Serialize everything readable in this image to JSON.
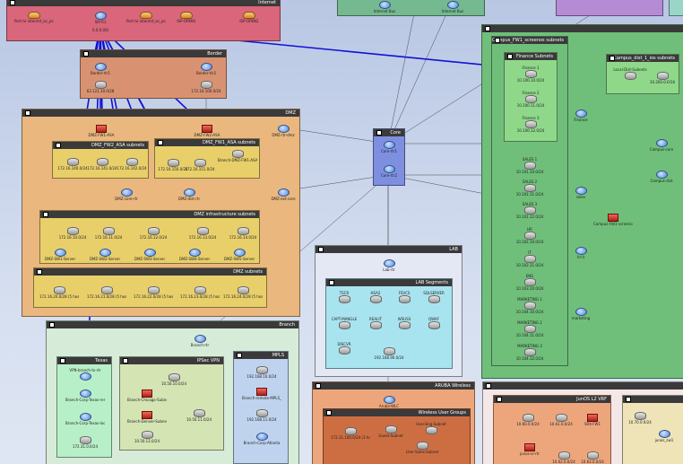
{
  "zones": {
    "internet": {
      "title": "Internet",
      "color": "#d9667a"
    },
    "border": {
      "title": "Border",
      "color": "#d89272"
    },
    "dmz": {
      "title": "DMZ",
      "color": "#eab77e"
    },
    "dmz_fw2": {
      "title": "DMZ_FW2_ASA subnets",
      "color": "#e9cf6a"
    },
    "dmz_fw1": {
      "title": "DMZ_FW1_ASA subnets",
      "color": "#e9cf6a"
    },
    "dmz_infra": {
      "title": "DMZ infrastructure subnets",
      "color": "#e9cf6a"
    },
    "dmz_subnets": {
      "title": "DMZ subnets",
      "color": "#e9cf6a"
    },
    "core": {
      "title": "Core",
      "color": "#7f8fe0"
    },
    "campus_fw1": {
      "title": "Campus_FW1_screenos subnets",
      "color": "#6fbf7a"
    },
    "finance": {
      "title": "Finance Subnets",
      "color": "#8fd88a"
    },
    "campus_dist1": {
      "title": "Campus_dist_1_ios subnets",
      "color": "#8fd88a"
    },
    "lab": {
      "title": "LAB",
      "color": "#e4e8f4"
    },
    "lab_segments": {
      "title": "LAB Segments",
      "color": "#a8e4ef"
    },
    "branch": {
      "title": "Branch",
      "color": "#d6ecd8"
    },
    "texas": {
      "title": "Texas",
      "color": "#b7f0c8"
    },
    "ipsec": {
      "title": "IPSec VPN",
      "color": "#d5e4b3"
    },
    "mpls": {
      "title": "MPLS",
      "color": "#bfd3ee"
    },
    "aruba": {
      "title": "ARUBA Wireless",
      "color": "#eda67c"
    },
    "wireless_groups": {
      "title": "Wireless User Groups",
      "color": "#cd6e42"
    },
    "junos": {
      "title": "JunOS L2 VRF",
      "color": "#eda67c"
    }
  },
  "nodes": {
    "inet_a": "Port to internet_ac_ps1.B",
    "inet_b": "ISP-R1",
    "inet_c": "Port to internet_ac_ps1.pw2",
    "inet_d": "ISP-OPEN1",
    "inet_e": "ISP-OPEN2",
    "inet_f": "Port to internet_ac_ps1.B",
    "inet_hub": "0.0.0.0/0",
    "bor_r1": "Border-rtr1",
    "bor_r2": "Border-rtr2",
    "bor_s1": "63.121.10.0/28",
    "bor_s2": "172.16.100.0/24",
    "dmz_fw1": "DMZ-FW1-ASA",
    "dmz_fw2": "DMZ-FW2-ASA",
    "dmz_rtr1": "DMZ-rtr-dmz",
    "dmz_rtr2": "DMZ-ext-core",
    "fw2_s1": "172.16.140.0/24",
    "fw2_s2": "172.16.141.0/24",
    "fw2_s3": "172.16.142.0/24",
    "fw1_s1": "172.16.150.0/24",
    "fw1_s2": "172.16.151.0/24",
    "fw1_s3": "Branch-DMZ-FW1-ASA",
    "dmz_core1": "DMZ-core-rtr",
    "dmz_core2": "DMZ-dist-rtr",
    "inf_s1": "172.16.10.0/24",
    "inf_s2": "172.16.11.0/24",
    "inf_s3": "172.16.12.0/24",
    "inf_s4": "172.16.13.0/24",
    "inf_s5": "172.16.14.0/24",
    "inf_sw1": "DMZ-SW1-Server",
    "inf_sw2": "DMZ-SW2-Server",
    "inf_sw3": "DMZ-SW3-Server",
    "inf_sw4": "DMZ-SW4-Server",
    "inf_sw5": "DMZ-SW5-Server",
    "dsub1": "172.16.20.0/28 (5 hosts)",
    "dsub2": "172.16.21.0/28 (5 hosts)",
    "dsub3": "172.16.22.0/28 (5 hosts)",
    "dsub4": "172.16.23.0/28 (5 hosts)",
    "dsub5": "172.16.24.0/28 (5 hosts)",
    "core1": "Core-rtr1",
    "core2": "Core-rtr2",
    "top_a": "Internet Bus",
    "top_b": "Internet Bus",
    "fin1": "Finance 1",
    "fin2": "Finance 2",
    "fin3": "Finance 3",
    "fin_s1": "10.100.10.0/24",
    "fin_s2": "10.100.11.0/24",
    "fin_s3": "10.100.12.0/24",
    "sales1": "SALES 1",
    "sales2": "SALES 2",
    "sales3": "SALES 3",
    "hr": "HR",
    "it": "IT",
    "eng": "ENG",
    "mkt1": "MARKETING 1",
    "mkt2": "MARKETING 2",
    "mkt3": "MARKETING 3",
    "cs_s1": "10.101.10.0/24",
    "cs_s2": "10.101.11.0/24",
    "cs_s3": "10.101.12.0/24",
    "cs_s4": "10.102.10.0/24",
    "cs_s5": "10.102.11.0/24",
    "cs_s6": "10.103.10.0/24",
    "cs_s7": "10.104.10.0/24",
    "cs_s8": "10.104.11.0/24",
    "cs_s9": "10.104.12.0/24",
    "camp_r1": "Finance",
    "camp_r2": "sales",
    "camp_r3": "hr-it",
    "camp_r4": "marketing",
    "camp_fw": "Campus-FW1-screenos",
    "camp_core1": "Campus-core",
    "camp_core2": "Campus-dist",
    "dist_a": "Local-Dist-Subnets",
    "dist_b": "10.200.0.0/16",
    "lab_r": "Lab-rtr",
    "lab_1": "TSCR",
    "lab_2": "HSA2",
    "lab_3": "FSVCS",
    "lab_4": "SQLSERVER",
    "lab_5": "CAPT-MANGLE",
    "lab_6": "REALIT",
    "lab_7": "WSUSS",
    "lab_8": "QWAF",
    "lab_9": "DISCVR",
    "lab_10": "192.168.90.0/24",
    "br_r": "Branch-rtr",
    "tx_1": "VPN-branch-tx-rtr",
    "tx_2": "Branch-Corp-Texas-remote",
    "tx_3": "Branch-Corp-Texas-local",
    "tx_4": "172.31.0.0/24",
    "ip_1": "10.50.10.0/24",
    "ip_2": "Branch-Chicago-Subnet",
    "ip_3": "Branch-Denver-Subnet",
    "ip_4": "10.50.11.0/24",
    "ip_5": "10.50.12.0/24",
    "mp_1": "192.168.10.0/24",
    "mp_2": "Branch-remote-MPLS_1",
    "mp_3": "192.168.11.0/24",
    "mp_4": "Branch-Corp-Atlanta",
    "ar_r": "Aruba-WLC",
    "wl_1": "172.31.100.0/24 (3 hosts)",
    "wl_2": "Guest-Subnet",
    "wl_3": "User-Eng-Subnet",
    "wl_4": "User-Sales-Subnet",
    "jn_1": "10.60.0.0/24",
    "jn_2": "10.61.0.0/24",
    "jn_3": "SRX-FW1",
    "jn_4": "junos-vr-rtr",
    "jn_5": "10.62.0.0/24",
    "jn_6": "10.63.0.0/24",
    "far_1": "10.70.0.0/24",
    "far_2": "junos_sw1"
  }
}
